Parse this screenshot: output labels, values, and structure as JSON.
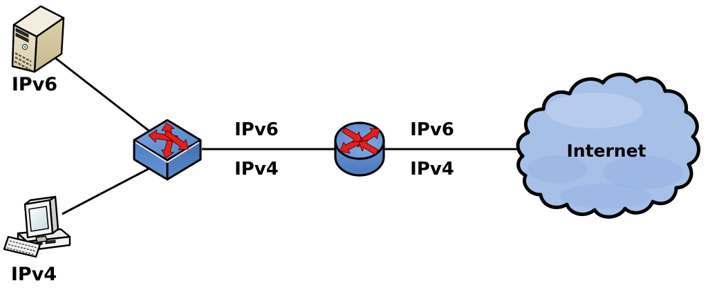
{
  "diagram": {
    "nodes": [
      {
        "id": "server",
        "icon": "server-icon",
        "label": "IPv6"
      },
      {
        "id": "pc",
        "icon": "desktop-computer-icon",
        "label": "IPv4"
      },
      {
        "id": "switch",
        "icon": "switch-icon",
        "label": ""
      },
      {
        "id": "router",
        "icon": "router-icon",
        "label": ""
      },
      {
        "id": "internet",
        "icon": "cloud-icon",
        "label": "Internet"
      }
    ],
    "links": [
      {
        "from": "server",
        "to": "switch"
      },
      {
        "from": "pc",
        "to": "switch"
      },
      {
        "from": "switch",
        "to": "router",
        "label_top": "IPv6",
        "label_bottom": "IPv4"
      },
      {
        "from": "router",
        "to": "internet",
        "label_top": "IPv6",
        "label_bottom": "IPv4"
      }
    ],
    "colors": {
      "line": "#000000",
      "outline": "#000000",
      "label": "#000000",
      "arrow_red": "#e2201c",
      "switch_blue": "#5b87ca",
      "router_blue": "#5b87ca",
      "cloud_fill": "#a7c0e8",
      "server_beige": "#e6ddc0",
      "pc_gray": "#f0f0f0"
    }
  }
}
